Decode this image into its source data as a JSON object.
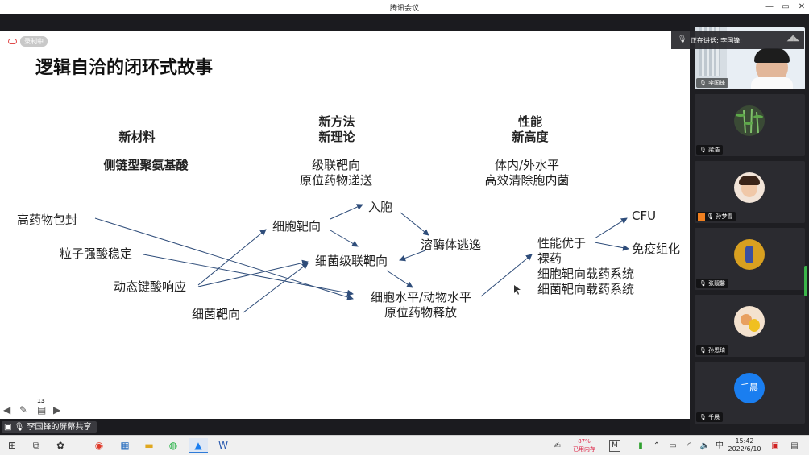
{
  "window": {
    "title": "腾讯会议",
    "controls": [
      "—",
      "▭",
      "✕"
    ]
  },
  "slide": {
    "recording_label": "录制中",
    "heading": "逻辑自洽的闭环式故事",
    "columns": [
      {
        "title": "新材料",
        "subtitle": "侧链型聚氨基酸"
      },
      {
        "title_lines": [
          "新方法",
          "新理论"
        ],
        "subtitle_lines": [
          "级联靶向",
          "原位药物递送"
        ]
      },
      {
        "title_lines": [
          "性能",
          "新高度"
        ],
        "subtitle_lines": [
          "体内/外水平",
          "高效清除胞内菌"
        ]
      }
    ],
    "nodes": {
      "high_loading": "高药物包封",
      "particle_stable": "粒子强酸稳定",
      "dynamic_bond": "动态键酸响应",
      "bacteria_target": "细菌靶向",
      "cell_target": "细胞靶向",
      "entry": "入胞",
      "lysosome_escape": "溶酶体逃逸",
      "bacteria_cascade": "细菌级联靶向",
      "release_line1": "细胞水平/动物水平",
      "release_line2": "原位药物释放",
      "perf_line1": "性能优于",
      "perf_line2": "裸药",
      "perf_line3": "细胞靶向载药系统",
      "perf_line4": "细菌靶向载药系统",
      "cfu": "CFU",
      "immune": "免疫组化"
    },
    "nav": {
      "page": "13"
    }
  },
  "share_label": "李国锋的屏幕共享",
  "speaking": {
    "text": "正在讲话: 李国锋;"
  },
  "participants": [
    {
      "name": "李国锋",
      "type": "video"
    },
    {
      "name": "梁浩",
      "type": "avatar",
      "color": "#3a4a35"
    },
    {
      "name": "孙梦雪",
      "type": "avatar",
      "color": "#e8d2c0"
    },
    {
      "name": "张靓馨",
      "type": "avatar",
      "color": "#d8a020"
    },
    {
      "name": "孙恩琦",
      "type": "avatar",
      "color": "#e8b890"
    },
    {
      "name": "千晨",
      "type": "initials",
      "initials": "千晨",
      "color": "#1a7ef0"
    }
  ],
  "taskbar": {
    "memory_pct": "87%",
    "memory_label": "已用内存",
    "time": "15:42",
    "date": "2022/6/10",
    "ime": "中"
  },
  "colors": {
    "arrow": "#2f4d7a",
    "accent": "#1a7ef0"
  }
}
